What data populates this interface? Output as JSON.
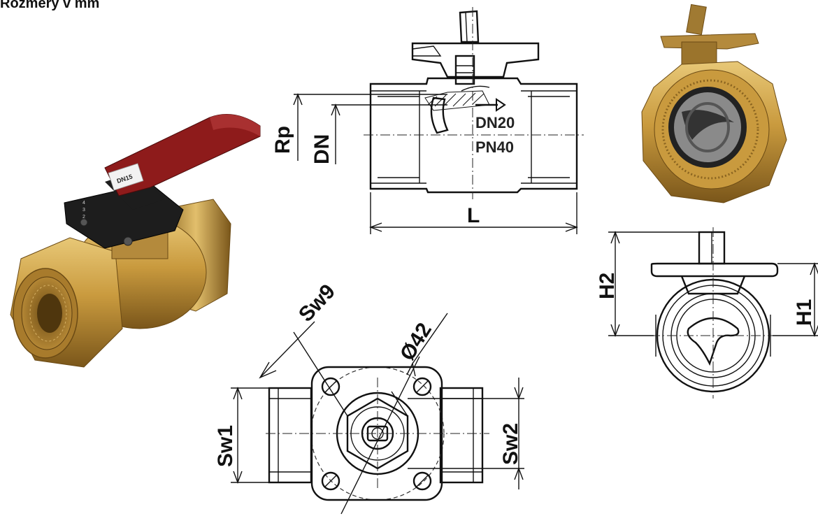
{
  "header": {
    "title": "Rozmery v  mm"
  },
  "dimensions": {
    "rp": "Rp",
    "dn": "DN",
    "l": "L",
    "h1": "H1",
    "h2": "H2",
    "sw1": "Sw1",
    "sw2": "Sw2",
    "sw9": "Sw9",
    "d42": "Ø42"
  },
  "markings": {
    "dn_size": "DN20",
    "pn_rating": "PN40"
  },
  "colors": {
    "brass": "#c9a24a",
    "brass_dark": "#8a6420",
    "handle_red": "#8e1b1b",
    "handle_black": "#1d1d1d",
    "line": "#111111"
  }
}
